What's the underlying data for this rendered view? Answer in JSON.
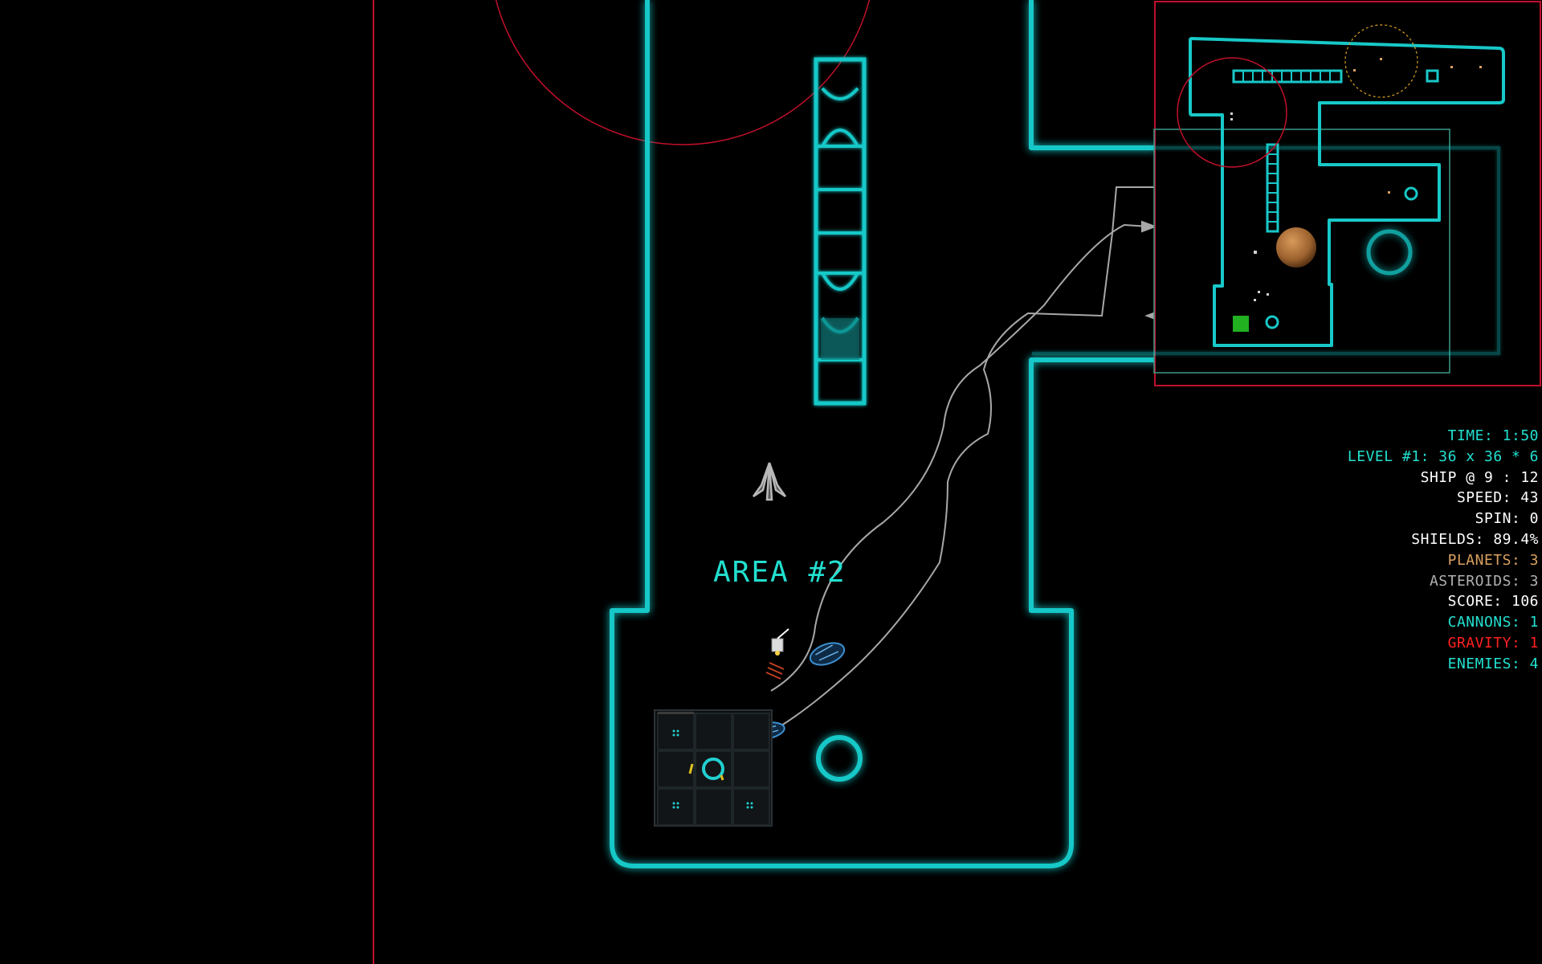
{
  "area_label": "AREA #2",
  "hud": {
    "time": "TIME: 1:50",
    "level": "LEVEL #1: 36 x 36 * 6",
    "ship": "SHIP @ 9 : 12",
    "speed": "SPEED: 43",
    "spin": "SPIN: 0",
    "shields": "SHIELDS: 89.4%",
    "planets": "PLANETS: 3",
    "asteroids": "ASTEROIDS: 3",
    "score": "SCORE: 106",
    "cannons": "CANNONS: 1",
    "gravity": "GRAVITY: 1",
    "enemies": "ENEMIES: 4"
  },
  "colors": {
    "wall": "#18c8c8",
    "wall_glow": "#0a8a8a",
    "hud_cyan": "#22e0d0",
    "hud_white": "#ffffff",
    "hud_orange": "#d9a060",
    "hud_gray": "#b0b0b0",
    "hud_red": "#ff2020",
    "gravity_red": "#d0102a",
    "trail": "#a8a8a8",
    "planet": "#b87a3c",
    "home_green": "#20b020"
  },
  "icons": {
    "ship": "player-ship-icon",
    "enemy": "enemy-ship-icon",
    "cannon": "cannon-turret-icon",
    "portal": "portal-ring-icon",
    "planet": "planet-icon"
  }
}
